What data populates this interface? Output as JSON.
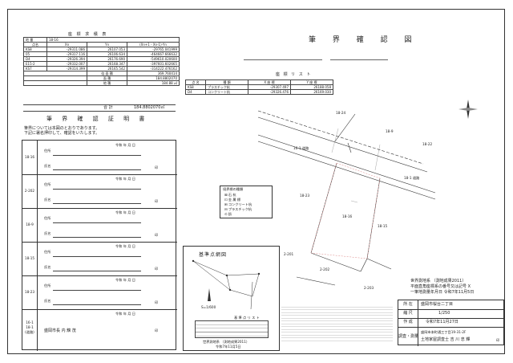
{
  "area_calc": {
    "title": "座 標 求 積 表",
    "parcel_label": "地 番",
    "parcel_value": "18-16",
    "headers": [
      "点名",
      "Xn",
      "Yn",
      "(Xn+1 - Xn-1)·Yn"
    ],
    "rows": [
      [
        "KS8",
        "-29311.086",
        "26107.053",
        "-29765.041999"
      ],
      [
        "05",
        "-29317.116",
        "26106.634",
        "-464667.666632"
      ],
      [
        "D4",
        "-29326.394",
        "26176.690",
        "-549610.020600"
      ],
      [
        "E15-2",
        "-29332.007",
        "26168.347",
        "-397601.602665"
      ],
      [
        "KS7",
        "-29314.399",
        "26165.542",
        "-314222.476162"
      ]
    ],
    "summary": [
      [
        "倍 面 積",
        "369.760414"
      ],
      [
        "面 積",
        "184.8802070"
      ],
      [
        "地 積",
        "184.88 ㎡"
      ]
    ],
    "total_label": "合 計",
    "total_value": "184.8802070㎡"
  },
  "certificate": {
    "title": "筆 界 確 認 証 明 書",
    "intro_line1": "筆界については本図のとおりであります。",
    "intro_line2": "下記に署名押印して、確認をいたします。",
    "date_text": "令和  年  月  日",
    "address_label": "住所",
    "name_label": "氏名",
    "seal": "印",
    "parties": [
      {
        "parcel": "18-16"
      },
      {
        "parcel": "2-202"
      },
      {
        "parcel": "18-9"
      },
      {
        "parcel": "18-15"
      },
      {
        "parcel": "18-23"
      }
    ],
    "city_party": {
      "parcel_l1": "16-1",
      "parcel_l2": "18-1",
      "parcel_l3": "(道路)",
      "name": "盛岡市長  内 舘  茂",
      "seal": "印"
    }
  },
  "drawing": {
    "title": "筆 界 確 認 図",
    "coord_title": "座 標 リ ス ト",
    "coord_headers": [
      "点 名",
      "種 類",
      "X 座 標",
      "Y 座 標"
    ],
    "coord_rows": [
      [
        "KS8",
        "プラスチック杭",
        "-29307.497",
        "26188.058"
      ],
      [
        "D4",
        "コンクリート杭",
        "-29326.476",
        "26169.030"
      ]
    ],
    "legend_title": "境界標の種類",
    "legend_items": [
      "石 杭",
      "金 属 標",
      "コンクリート杭",
      "プラスチック杭",
      "鋲"
    ],
    "labels": {
      "p18_24": "18-24",
      "p18_9": "18-9",
      "p18_22": "18-22",
      "p16_1": "16-1  道路",
      "p18_1": "18-1  道路",
      "p18_23": "18-23",
      "p18_16": "18-16",
      "p18_15": "18-15",
      "p2_201": "2-201",
      "p2_202": "2-202",
      "p2_203": "2-203"
    }
  },
  "reference_map": {
    "title": "基準点網図",
    "scale": "S=1/600",
    "list_title": "基 準 点 リ ス ト",
    "caption": "世界測地系 （測地成果2011）",
    "date": "令和7年11月5日"
  },
  "notes": {
    "system": "世界測地系 （測地成果2011）",
    "zone": "平面直角座標系の番号又は記号  X",
    "survey_date": "一筆地測量年月日  令和7年11月5日"
  },
  "info_table": {
    "location_label": "所 在",
    "location_value": "盛岡市桜台二丁目",
    "scale_label": "縮 尺",
    "scale_value": "1/250",
    "created_label": "作 成",
    "created_value": "令和7年11月27日",
    "surveyor_label": "調査・測量",
    "surveyor_address": "盛岡市本町通三丁目19-31-2F",
    "surveyor_name": "土地家屋調査士  吉 川 忠 輝",
    "seal": "印"
  }
}
